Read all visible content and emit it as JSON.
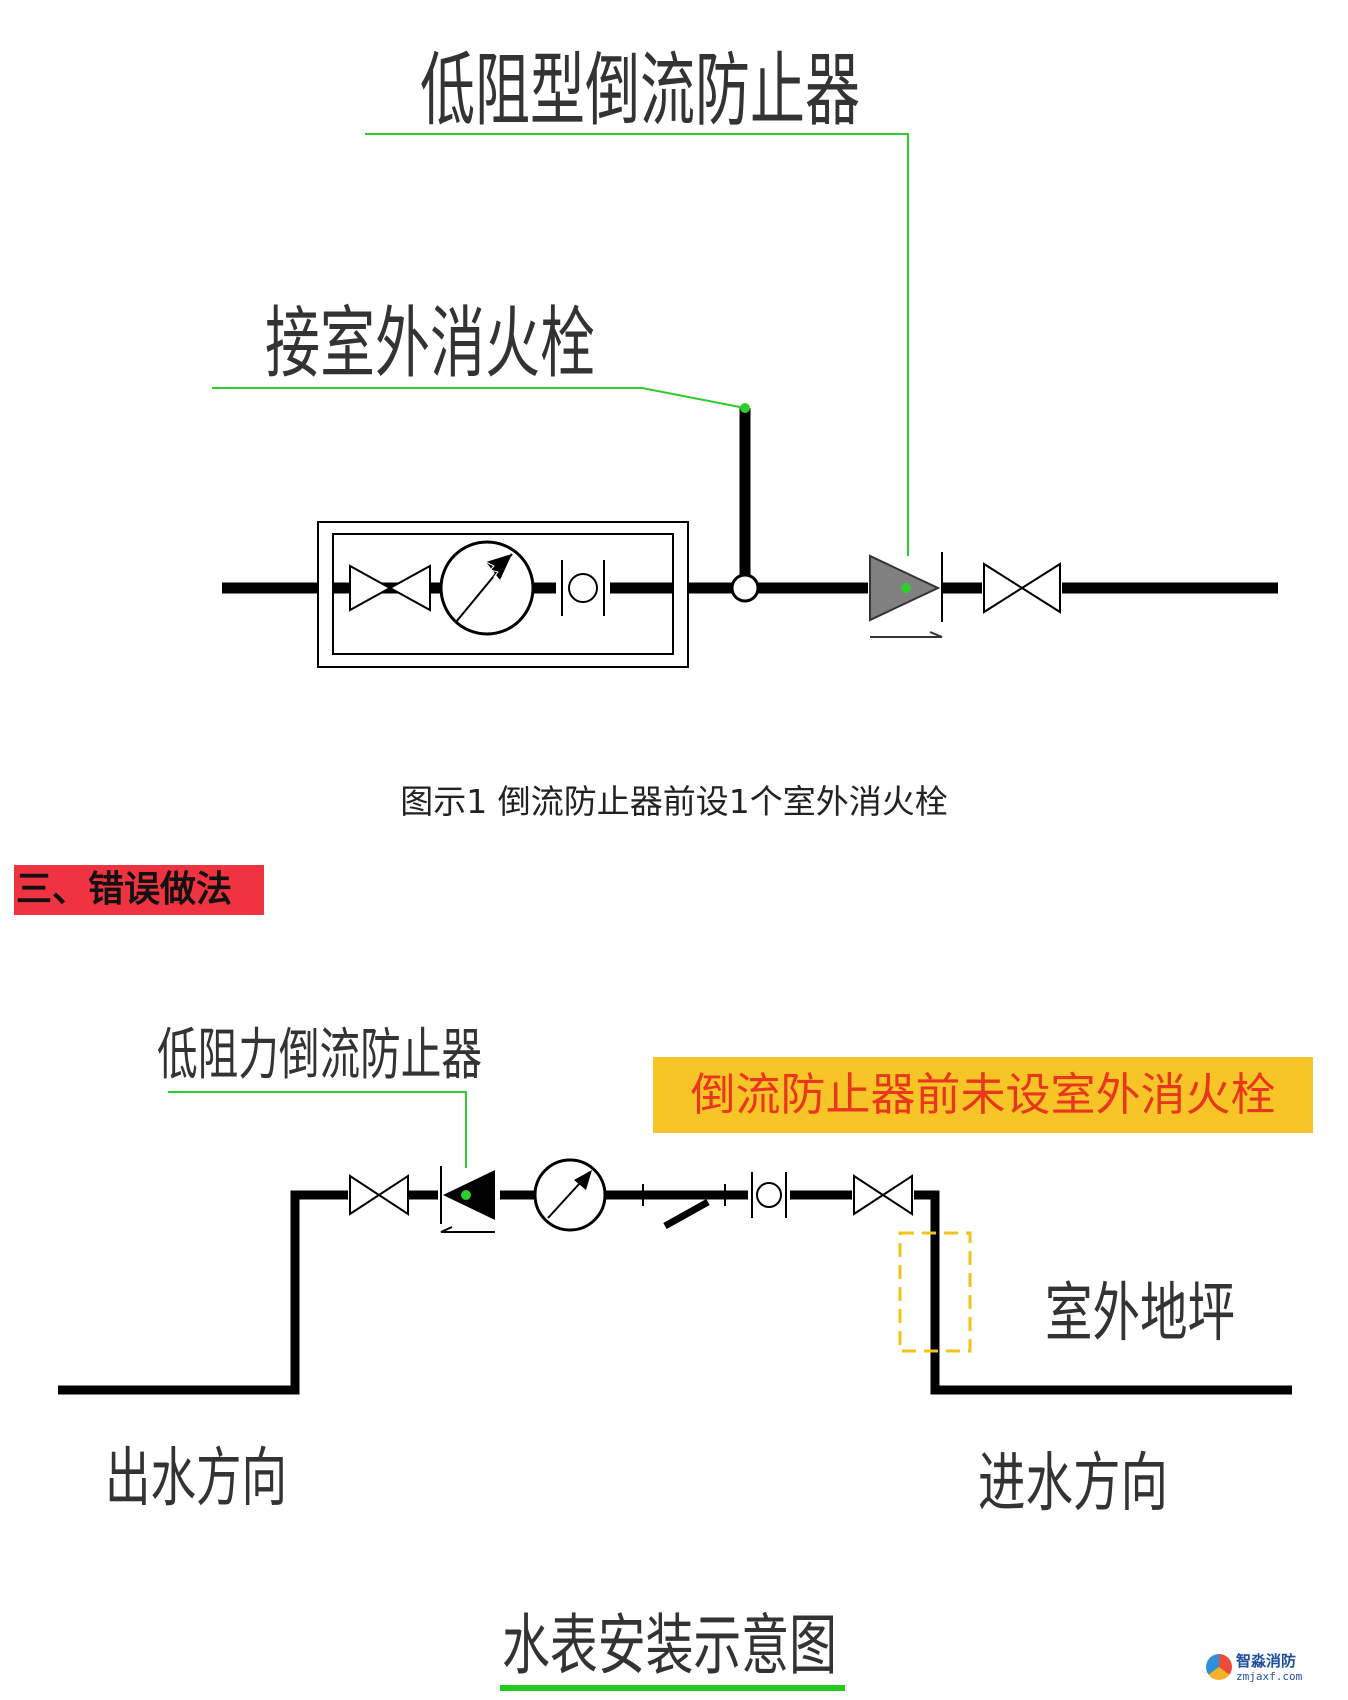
{
  "diagram1": {
    "label_backflow_preventer": "低阻型倒流防止器",
    "label_outdoor_hydrant": "接室外消火栓",
    "caption": "图示1   倒流防止器前设1个室外消火栓"
  },
  "section_heading": "三、错误做法",
  "diagram2": {
    "label_backflow_preventer": "低阻力倒流防止器",
    "callout": "倒流防止器前未设室外消火栓",
    "label_outdoor_ground": "室外地坪",
    "label_outflow": "出水方向",
    "label_inflow": "进水方向",
    "title": "水表安装示意图"
  },
  "watermark": {
    "name": "智淼消防",
    "url": "zmjaxf.com"
  },
  "colors": {
    "leader_line": "#2ecc2e",
    "pipe": "#000000",
    "heading_bg": "#ef3340",
    "callout_bg": "#f7c528",
    "callout_text": "#e8381c",
    "dashed_box": "#f2c318",
    "title_underline": "#22cc22"
  }
}
